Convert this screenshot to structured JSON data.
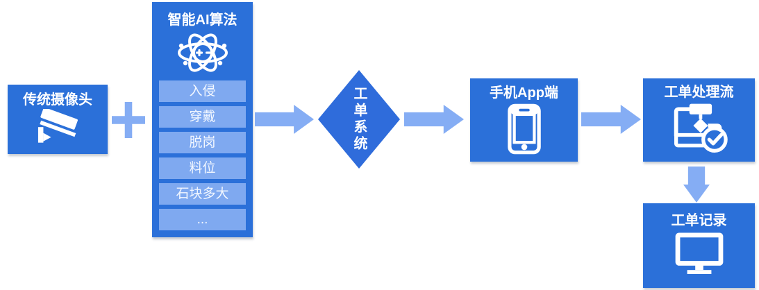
{
  "diagram": {
    "camera": {
      "title": "传统摄像头"
    },
    "plus_symbol": "+",
    "ai": {
      "title": "智能AI算法",
      "items": [
        "入侵",
        "穿戴",
        "脱岗",
        "料位",
        "石块多大",
        "..."
      ]
    },
    "work_order_system": {
      "title": "工单系统"
    },
    "mobile_app": {
      "title": "手机App端"
    },
    "work_order_flow": {
      "title": "工单处理流"
    },
    "work_order_record": {
      "title": "工单记录"
    }
  },
  "colors": {
    "node_blue": "#2B70D9",
    "arrow_blue": "#85ADF4",
    "item_blue": "#7FA9F0",
    "text_white": "#FFFFFF"
  }
}
